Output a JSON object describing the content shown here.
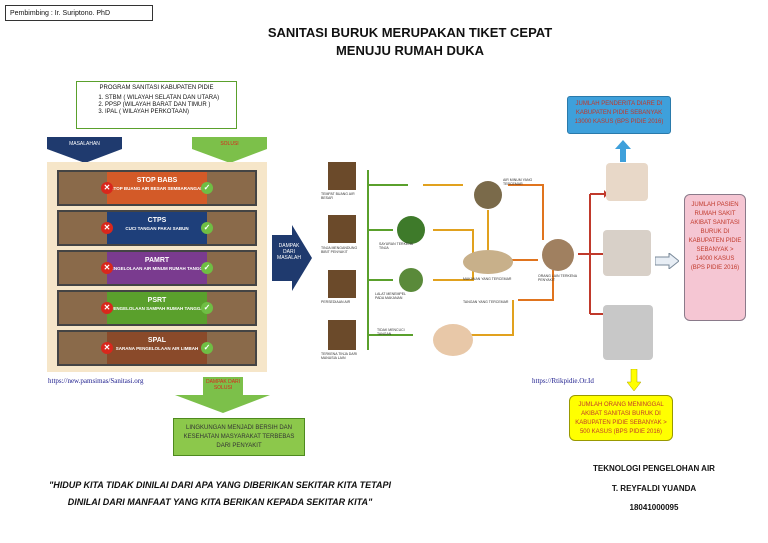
{
  "supervisor": "Pembimbing : Ir. Suriptono. PhD",
  "title_line1": "SANITASI BURUK MERUPAKAN TIKET CEPAT",
  "title_line2": "MENUJU RUMAH DUKA",
  "program": {
    "heading": "PROGRAM SANITASI KABUPATEN PIDIE",
    "items": [
      "STBM ( WILAYAH SELATAN DAN UTARA)",
      "PPSP (WILAYAH BARAT DAN TIMUR )",
      "IPAL ( WILAYAH PERKOTAAN)"
    ]
  },
  "labels": {
    "masalahan": "MASALAHAN",
    "solusi": "SOLUSI",
    "dampak_dari_masalah": "DAMPAK DARI MASALAH",
    "dampak_dari_solusi": "DAMPAK DARI SOLUSI"
  },
  "rows": [
    {
      "code": "STOP BABS",
      "desc": "STOP BUANG AIR BESAR SEMBARANGAN"
    },
    {
      "code": "CTPS",
      "desc": "CUCI TANGAN PAKAI SABUN"
    },
    {
      "code": "PAMRT",
      "desc": "PENGELOLAAN AIR MINUM RUMAH TANGGA"
    },
    {
      "code": "PSRT",
      "desc": "PENGELOLAAN SAMPAH RUMAH TANGGA"
    },
    {
      "code": "SPAL",
      "desc": "SARANA PENGELOLAAN AIR LIMBAH"
    }
  ],
  "source_left": "https://new.pamsimas/Sanitasi.org",
  "source_right": "https://Rtikpidie.Or.Id",
  "outcome": "LINGKUNGAN MENJADI BERSIH DAN KESEHATAN MASYARAKAT TERBEBAS DARI PENYAKIT",
  "flow_labels": [
    "TEMPAT BUANG AIR BESAR",
    "TINJA MENGANDUNG BIBIT PENYAKIT",
    "PERSEDIAAN AIR",
    "TERKENA TINJA DARI MANUSIA LAIN",
    "LALAT MENEMPEL PADA MAKANAN",
    "TIDAK MENCUCI TANGAN",
    "SAYURAN TERKENA TINJA",
    "AIR MINUM YANG TERCEMAR",
    "TANGAN YANG TERCEMAR",
    "MAKANAN YANG TERCEMAR",
    "ORANG LAIN TERKENA PENYAKIT"
  ],
  "diare_box": "JUMLAH PENDERITA DIARE DI KABUPATEN PIDIE SEBANYAK 13000 KASUS (BPS PIDIE 2016)",
  "hospital_box": "JUMLAH PASIEN RUMAH SAKIT AKIBAT SANITASI BURUK DI KABUPATEN PIDIE SEBANYAK > 14000 KASUS (BPS PIDIE 2016)",
  "death_box": "JUMLAH ORANG MENINGGAL AKIBAT SANITASI BURUK DI KABUPATEN PIDIE SEBANYAK > 500 KASUS (BPS PIDIE 2016)",
  "quote_line1": "\"HIDUP KITA TIDAK DINILAI DARI APA YANG DIBERIKAN SEKITAR KITA TETAPI",
  "quote_line2": "DINILAI DARI MANFAAT YANG KITA BERIKAN KEPADA SEKITAR KITA\"",
  "credit_title": "TEKNOLOGI PENGELOHAN AIR",
  "credit_name": "T. REYFALDI YUANDA",
  "credit_id": "18041000095",
  "colors": {
    "navy": "#1f3a6e",
    "green": "#7cc04a",
    "blue_box": "#3ea0db",
    "pink_box": "#f5c6d3",
    "yellow_box": "#ffff00",
    "row_colors": [
      "#d35a28",
      "#1e3f7a",
      "#7a3b8f",
      "#5aa02c",
      "#8a4a2a"
    ]
  }
}
